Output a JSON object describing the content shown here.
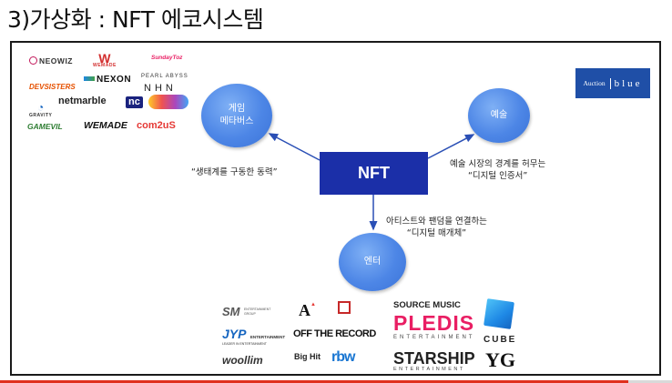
{
  "slide": {
    "title": "3)가상화 : NFT 에코시스템"
  },
  "center": {
    "label": "NFT"
  },
  "nodes": {
    "game": {
      "label_line1": "게임",
      "label_line2": "메타버스",
      "caption": "“생태계를 구동한 동력”"
    },
    "art": {
      "label": "예술",
      "caption_line1": "예술 시장의 경계를 허무는",
      "caption_line2": "“디지털 인증서”"
    },
    "ent": {
      "label": "엔터",
      "caption_line1": "아티스트와 팬덤을 연결하는",
      "caption_line2": "“디지털 매개체”"
    }
  },
  "game_logos": {
    "neowiz": "NEOWIZ",
    "wemade_top": "WEMADE",
    "sundaytoz": "SundayToz",
    "pearlabyss": "PEARL ABYSS",
    "devsisters": "DEVSISTERS",
    "nexon": "NEXON",
    "nhn": "NHN",
    "gravity": "GRAVITY",
    "netmarble": "netmarble",
    "nc": "nc",
    "gamevil": "GAMEVIL",
    "wemade": "WEMADE",
    "com2us": "com2uS"
  },
  "art_logo": {
    "left": "Auction",
    "right": "blue"
  },
  "ent_logos": {
    "sm": "SM",
    "sm_sub": "ENTERTAINMENT GROUP",
    "jyp": "JYP",
    "jyp_sub": "ENTERTAINMENT",
    "jyp_tag": "LEADER IN ENTERTAINMENT",
    "offtherecord": "OFF THE RECORD",
    "woollim": "woollim",
    "bighit": "Big Hit",
    "rbw": "rbw",
    "sourcemusic": "SOURCE MUSIC",
    "pledis": "PLEDIS",
    "pledis_sub": "ENTERTAINMENT",
    "cube": "CUBE",
    "starship": "STARSHIP",
    "starship_sub": "ENTERTAINMENT",
    "yg": "YG"
  },
  "colors": {
    "nft_box": "#1b2fa8",
    "circle": "#4d86e6",
    "auction": "#1f4fa7",
    "accent_red": "#e0301e"
  }
}
